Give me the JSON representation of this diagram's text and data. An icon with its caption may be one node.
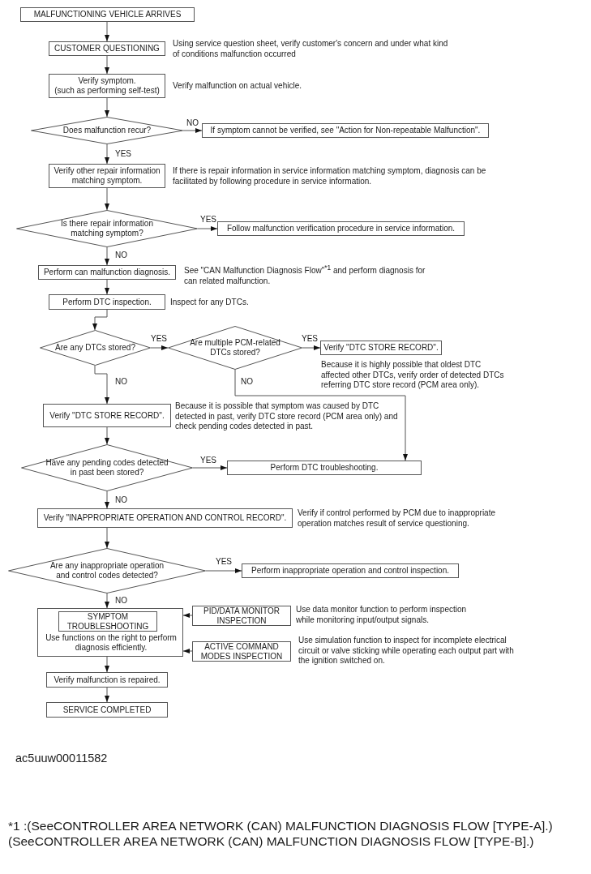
{
  "diagram": {
    "nodes": [
      {
        "text": [
          "MALFUNCTIONING VEHICLE ARRIVES"
        ]
      },
      {
        "text": [
          "CUSTOMER QUESTIONING"
        ],
        "beside": [
          "Using service question sheet, verify customer's concern and under what kind of conditions malfunction occurred"
        ]
      },
      {
        "text": [
          "Verify symptom.",
          "(such as performing self-test)"
        ],
        "beside": [
          "Verify malfunction on actual vehicle."
        ]
      },
      {
        "text": [
          "Does malfunction recur?"
        ]
      },
      {
        "text": [
          "If symptom cannot be verified, see \"Action for Non-repeatable Malfunction\"."
        ]
      },
      {
        "text": [
          "Verify other repair information matching symptom."
        ],
        "beside": [
          "If there is repair information in service information matching symptom, diagnosis can be facilitated by following procedure in service information."
        ]
      },
      {
        "text": [
          "Is there repair information matching symptom?"
        ]
      },
      {
        "text": [
          "Follow malfunction verification procedure in service information."
        ]
      },
      {
        "text": [
          "Perform can malfunction diagnosis."
        ],
        "beside": [
          "See \"CAN Malfunction Diagnosis Flow\"$^{*1}$ and perform diagnosis for can related malfunction."
        ]
      },
      {
        "text": [
          "Perform DTC inspection."
        ],
        "beside": [
          "Inspect for any DTCs."
        ]
      },
      {
        "text": [
          "Are any DTCs stored?"
        ]
      },
      {
        "text": [
          "Are multiple PCM-related DTCs stored?"
        ]
      },
      {
        "text": [
          "Verify \"DTC STORE RECORD\"."
        ],
        "beside": [
          "Because it is highly possible that oldest DTC affected other DTCs, verify order of detected DTCs referring DTC store record (PCM area only)."
        ]
      },
      {
        "text": [
          "Verify \"DTC STORE RECORD\"."
        ],
        "beside": [
          "Because it is possible that symptom was caused by DTC detected in past, verify DTC store record (PCM area only) and check pending codes detected in past."
        ]
      },
      {
        "text": [
          "Have any pending codes detected in past been stored?"
        ]
      },
      {
        "text": [
          "Perform DTC troubleshooting."
        ]
      },
      {
        "text": [
          "Verify \"INAPPROPRIATE OPERATION AND CONTROL RECORD\"."
        ],
        "beside": [
          "Verify if control performed by PCM due to inappropriate operation matches result of service questioning."
        ]
      },
      {
        "text": [
          "Are any inappropriate operation and control codes detected?"
        ]
      },
      {
        "text": [
          "Perform inappropriate operation and control inspection."
        ]
      },
      {
        "text": [
          "Use functions on the right to perform diagnosis efficiently."
        ]
      },
      {
        "text": [
          "SYMPTOM TROUBLESHOOTING"
        ],
        "in": 19
      },
      {
        "text": [
          "PID/DATA MONITOR INSPECTION"
        ],
        "beside": [
          "Use data monitor function to perform inspection while monitoring input/output signals."
        ]
      },
      {
        "text": [
          "ACTIVE COMMAND MODES INSPECTION"
        ],
        "beside": [
          "Use simulation function to inspect for incomplete electrical circuit or valve sticking while operating each output part with the ignition switched on."
        ]
      },
      {
        "text": [
          "Verify malfunction is repaired."
        ]
      },
      {
        "text": [
          "SERVICE COMPLETED"
        ]
      }
    ],
    "edges": [
      {
        "from": 0,
        "to": 1,
        "arrow": "to"
      },
      {
        "from": 1,
        "to": 2,
        "arrow": "to"
      },
      {
        "from": 2,
        "to": 3,
        "arrow": "to"
      },
      {
        "from": 3,
        "to": 4,
        "arrow": "to",
        "label": "NO"
      },
      {
        "from": 3,
        "to": 5,
        "arrow": "to",
        "label": "YES"
      },
      {
        "from": 5,
        "to": 6,
        "arrow": "to"
      },
      {
        "from": 6,
        "to": 7,
        "arrow": "to",
        "label": "YES"
      },
      {
        "from": 6,
        "to": 8,
        "arrow": "to",
        "label": "NO"
      },
      {
        "from": 8,
        "to": 9,
        "arrow": "to"
      },
      {
        "from": 9,
        "to": 10,
        "arrow": "to"
      },
      {
        "from": 10,
        "to": 11,
        "arrow": "to",
        "label": "YES"
      },
      {
        "from": 11,
        "to": 12,
        "arrow": "to",
        "label": "YES"
      },
      {
        "from": 10,
        "to": 13,
        "arrow": "to",
        "label": "NO"
      },
      {
        "from": 11,
        "to": 15,
        "arrow": "to",
        "label": "NO"
      },
      {
        "from": 13,
        "to": 14,
        "arrow": "to"
      },
      {
        "from": 14,
        "to": 15,
        "arrow": "to",
        "label": "YES"
      },
      {
        "from": 14,
        "to": 16,
        "arrow": "to",
        "label": "NO"
      },
      {
        "from": 16,
        "to": 17,
        "arrow": "to"
      },
      {
        "from": 17,
        "to": 18,
        "arrow": "to",
        "label": "YES"
      },
      {
        "from": 17,
        "to": 19,
        "arrow": "to",
        "label": "NO"
      },
      {
        "from": 21,
        "to": 19,
        "arrow": "to"
      },
      {
        "from": 22,
        "to": 19,
        "arrow": "to"
      },
      {
        "from": 19,
        "to": 23,
        "arrow": "to"
      },
      {
        "from": 23,
        "to": 24,
        "arrow": "to"
      }
    ],
    "labels": [
      "ac5uuw00011582",
      "*1 :(SeeCONTROLLER AREA NETWORK (CAN) MALFUNCTION DIAGNOSIS FLOW [TYPE-A].) (SeeCONTROLLER AREA NETWORK (CAN) MALFUNCTION DIAGNOSIS FLOW [TYPE-B].)"
    ]
  }
}
